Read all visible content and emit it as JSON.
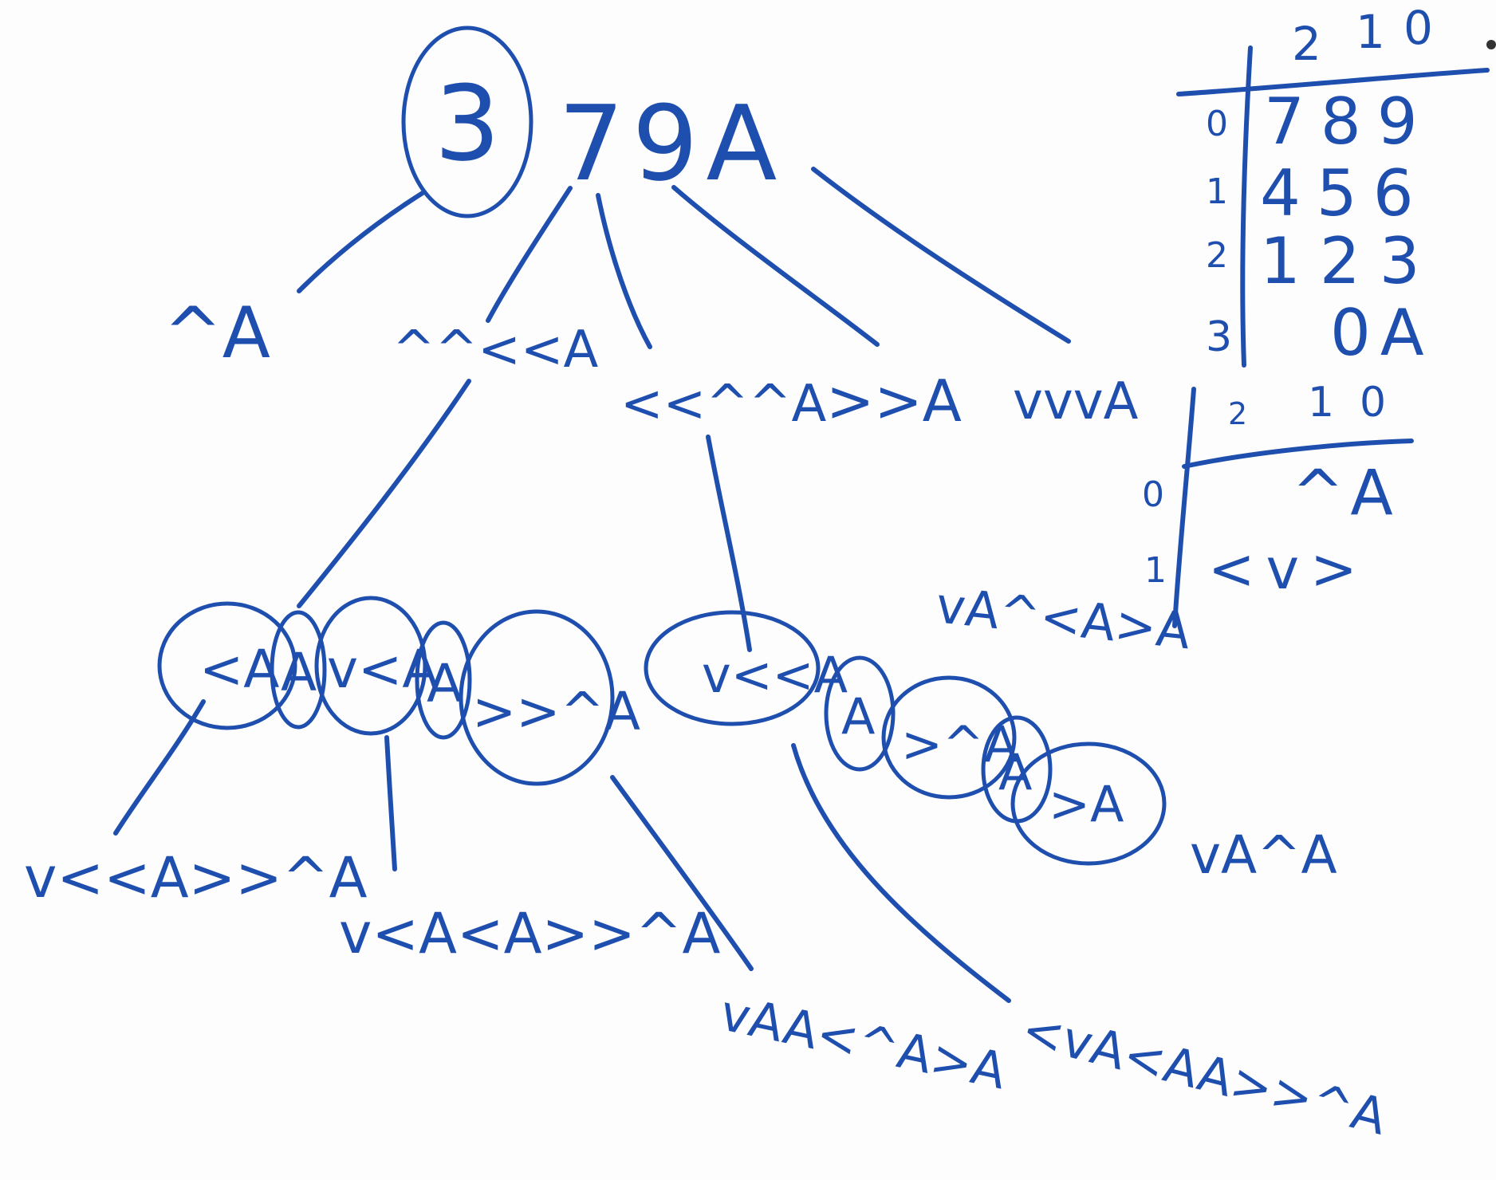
{
  "colors": {
    "ink": "#1f4fae",
    "board": "#fdfdfd"
  },
  "root": {
    "code": "379A",
    "circled_digit": "3"
  },
  "level1": [
    "^A",
    "^^<<A",
    "<<^^A",
    ">>A",
    "vvvA"
  ],
  "level2_left": {
    "source": "^^<<A",
    "segments": [
      "<A",
      "A",
      "v<A",
      "A",
      ">>^A"
    ],
    "children": [
      "v<<A>>^A",
      "v<A<A>>^A",
      "vAA<^A>A"
    ]
  },
  "level2_right": {
    "source": "<<^^A",
    "segments": [
      "v<<A",
      "A",
      ">^A",
      "A",
      ">A"
    ],
    "children": [
      "<vA<AA>>^A"
    ]
  },
  "side_labels": [
    "vA^<A>A",
    "vA^A"
  ],
  "numeric_keypad": {
    "cols": [
      "2",
      "1",
      "0"
    ],
    "rows": [
      {
        "idx": "0",
        "keys": "789"
      },
      {
        "idx": "1",
        "keys": "456"
      },
      {
        "idx": "2",
        "keys": "123"
      },
      {
        "idx": "3",
        "keys": "0A"
      }
    ]
  },
  "direction_keypad": {
    "cols": [
      "2",
      "1",
      "0"
    ],
    "rows": [
      {
        "idx": "0",
        "keys": "^A"
      },
      {
        "idx": "1",
        "keys": "<v>"
      }
    ]
  }
}
